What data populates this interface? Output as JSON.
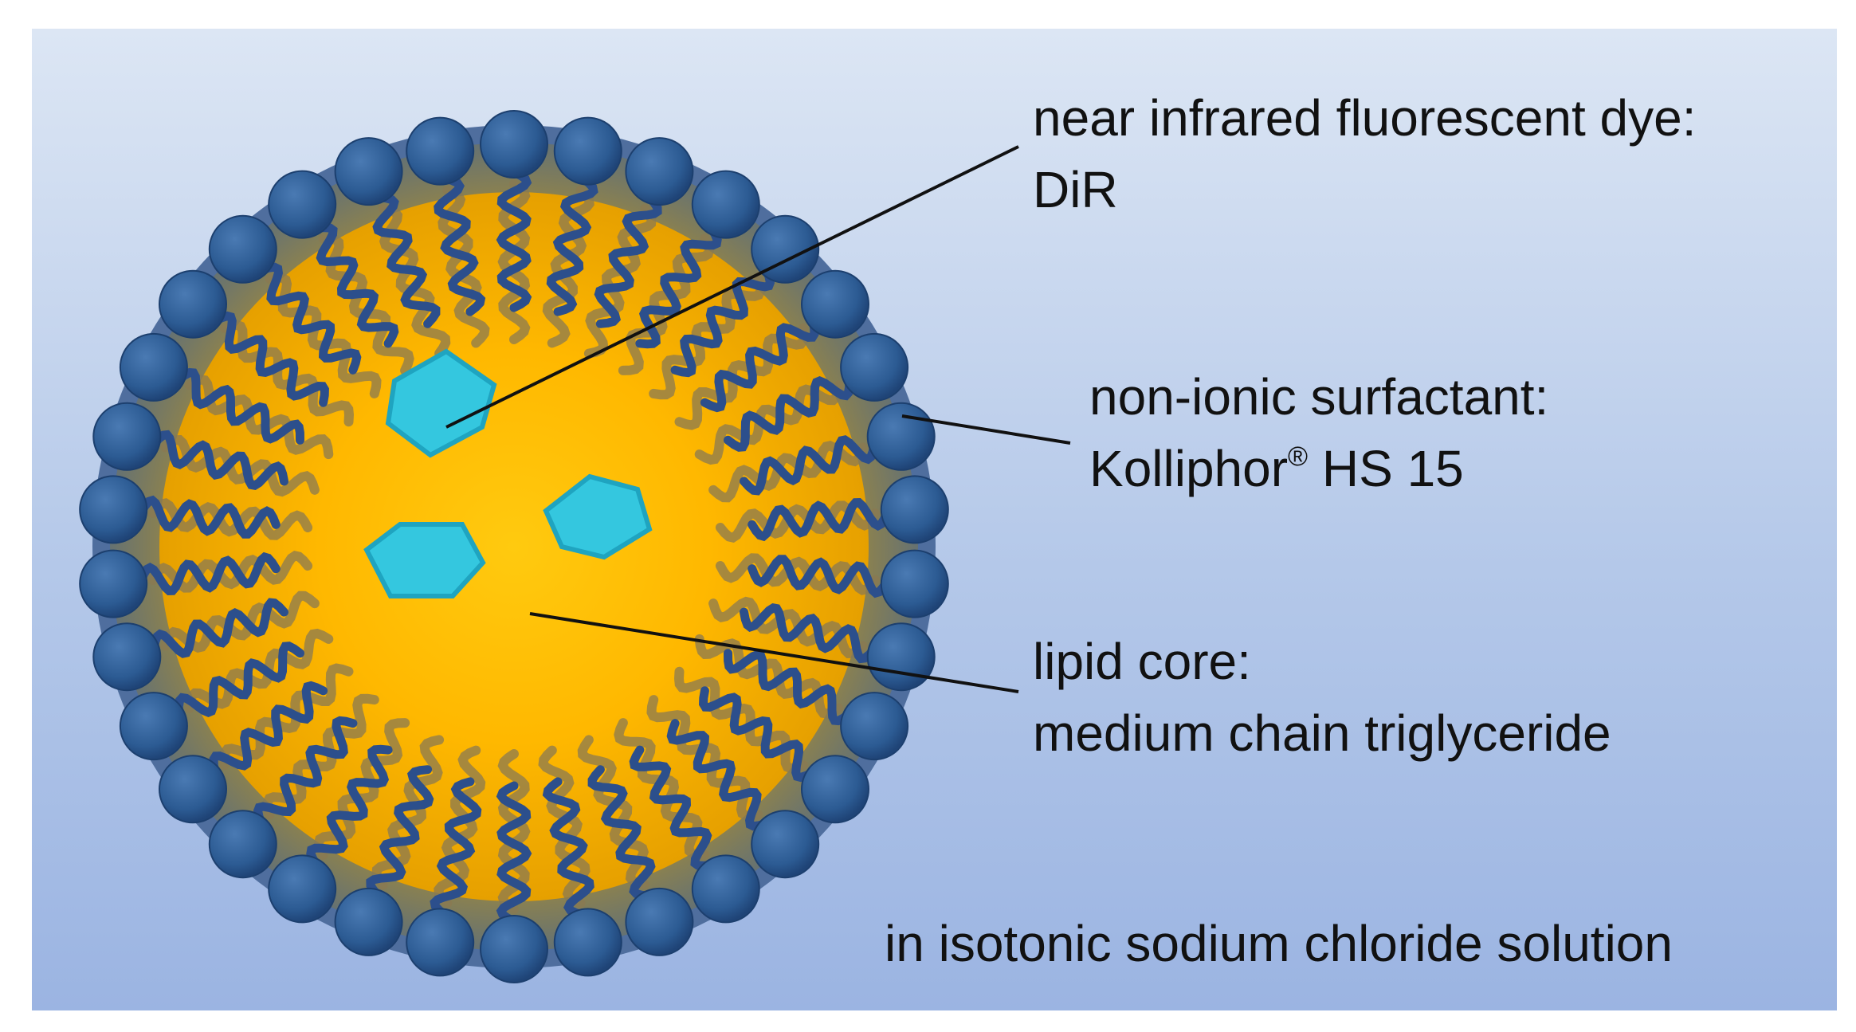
{
  "labels": {
    "dye": {
      "line1": "near infrared fluorescent dye:",
      "line2": "DiR"
    },
    "surfactant": {
      "line1": "non-ionic surfactant:",
      "line2_prefix": "Kolliphor",
      "registered_mark": "®",
      "line2_suffix": " HS 15"
    },
    "core": {
      "line1": "lipid core:",
      "line2": "medium chain triglyceride"
    },
    "solution": "in isotonic sodium chloride solution"
  },
  "colors": {
    "head": "#2f5f96",
    "tail": "#2c4f8c",
    "core": "#ffc20a",
    "dye": "#2ec3dc"
  }
}
